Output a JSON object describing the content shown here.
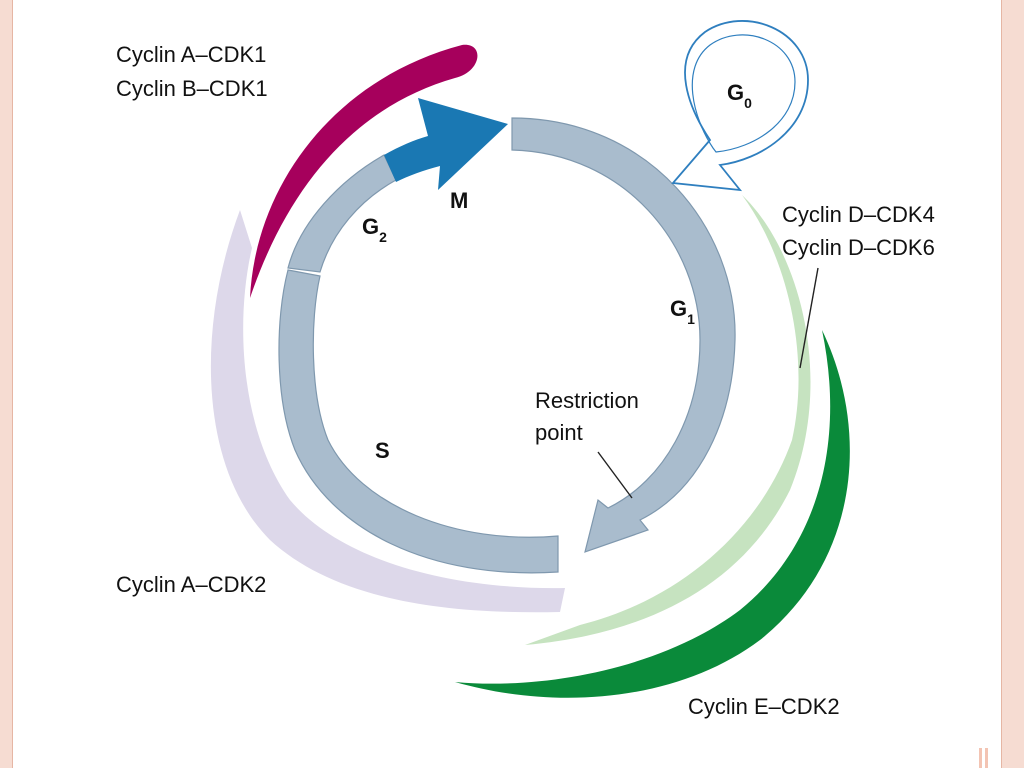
{
  "diagram": {
    "phases": {
      "m": "M",
      "g2_main": "G",
      "g2_sub": "2",
      "g1_main": "G",
      "g1_sub": "1",
      "g0_main": "G",
      "g0_sub": "0",
      "s": "S"
    },
    "labels": {
      "restriction_line1": "Restriction",
      "restriction_line2": "point",
      "cyclin_a_cdk1": "Cyclin A–CDK1",
      "cyclin_b_cdk1": "Cyclin B–CDK1",
      "cyclin_d_cdk4": "Cyclin D–CDK4",
      "cyclin_d_cdk6": "Cyclin D–CDK6",
      "cyclin_a_cdk2": "Cyclin A–CDK2",
      "cyclin_e_cdk2": "Cyclin E–CDK2"
    },
    "colors": {
      "ring": "#a9bccd",
      "ring_stroke": "#7f98ae",
      "m_arrow": "#1a78b3",
      "g0_outline": "#2f7fbf",
      "cyclin_ab_cdk1": "#a6005c",
      "cyclin_a_cdk2": "#ddd8ea",
      "cyclin_d": "#c6e3c0",
      "cyclin_e_cdk2": "#0a8a3a",
      "background": "#ffffff",
      "frame": "#f6dcd2"
    }
  }
}
